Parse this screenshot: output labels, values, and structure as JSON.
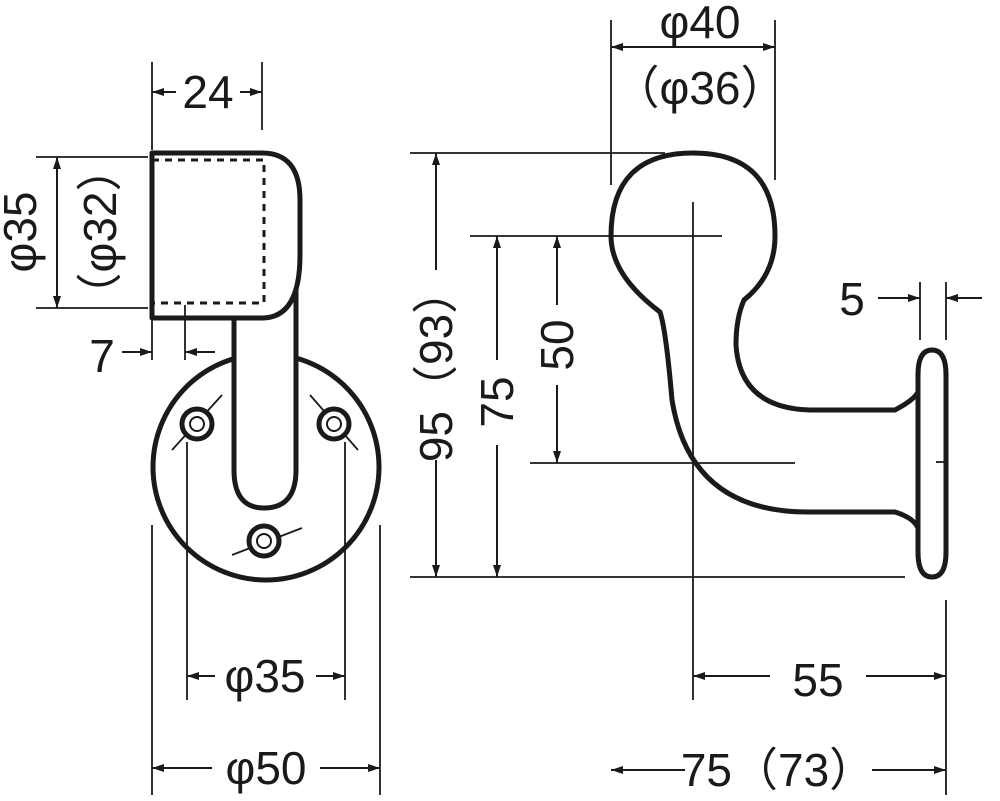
{
  "colors": {
    "ink": "#1a1a1a",
    "background": "#ffffff"
  },
  "front_view": {
    "width_top": "24",
    "height_outer": "φ35",
    "height_inner": "（φ32）",
    "offset": "7",
    "bolt_circle": "φ35",
    "base_diameter": "φ50"
  },
  "side_view": {
    "ring_outer": "φ40",
    "ring_inner": "（φ36）",
    "height_total": "95（93）",
    "height_mid": "75",
    "height_inner": "50",
    "plate_thickness": "5",
    "depth_center": "55",
    "depth_total": "75（73）"
  }
}
